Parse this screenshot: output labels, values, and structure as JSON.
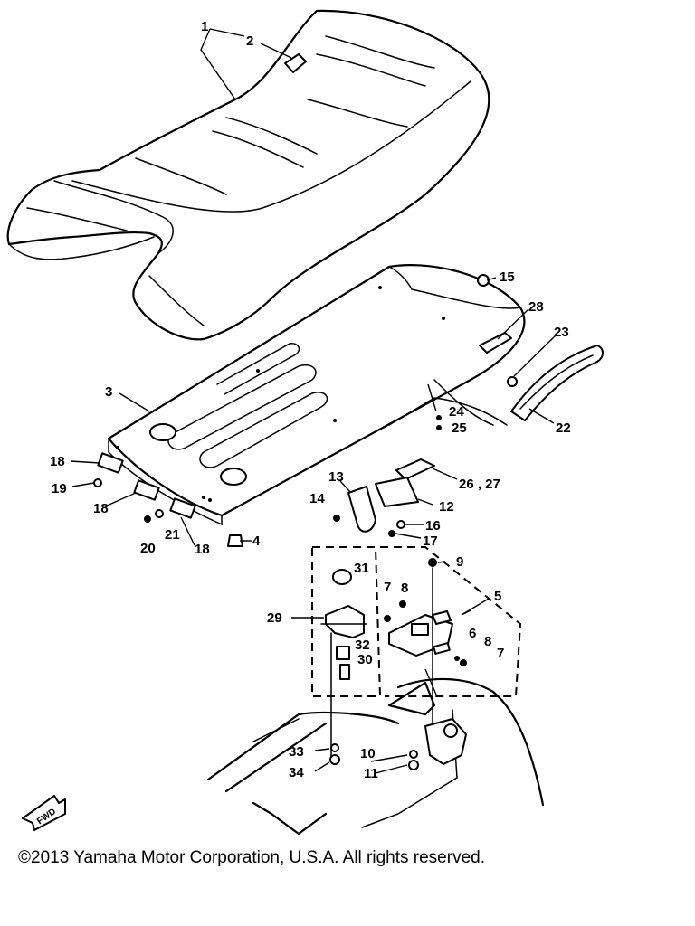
{
  "diagram": {
    "labels": [
      {
        "id": "l1",
        "text": "1"
      },
      {
        "id": "l2",
        "text": "2"
      },
      {
        "id": "l3",
        "text": "3"
      },
      {
        "id": "l4",
        "text": "4"
      },
      {
        "id": "l5",
        "text": "5"
      },
      {
        "id": "l6",
        "text": "6"
      },
      {
        "id": "l7a",
        "text": "7"
      },
      {
        "id": "l7b",
        "text": "7"
      },
      {
        "id": "l8a",
        "text": "8"
      },
      {
        "id": "l8b",
        "text": "8"
      },
      {
        "id": "l9",
        "text": "9"
      },
      {
        "id": "l10",
        "text": "10"
      },
      {
        "id": "l11",
        "text": "11"
      },
      {
        "id": "l12",
        "text": "12"
      },
      {
        "id": "l13",
        "text": "13"
      },
      {
        "id": "l14",
        "text": "14"
      },
      {
        "id": "l15",
        "text": "15"
      },
      {
        "id": "l16",
        "text": "16"
      },
      {
        "id": "l17",
        "text": "17"
      },
      {
        "id": "l18a",
        "text": "18"
      },
      {
        "id": "l18b",
        "text": "18"
      },
      {
        "id": "l18c",
        "text": "18"
      },
      {
        "id": "l19",
        "text": "19"
      },
      {
        "id": "l20",
        "text": "20"
      },
      {
        "id": "l21",
        "text": "21"
      },
      {
        "id": "l22",
        "text": "22"
      },
      {
        "id": "l23",
        "text": "23"
      },
      {
        "id": "l24",
        "text": "24"
      },
      {
        "id": "l25",
        "text": "25"
      },
      {
        "id": "l26",
        "text": "26 , 27"
      },
      {
        "id": "l28",
        "text": "28"
      },
      {
        "id": "l29",
        "text": "29"
      },
      {
        "id": "l30",
        "text": "30"
      },
      {
        "id": "l31",
        "text": "31"
      },
      {
        "id": "l32",
        "text": "32"
      },
      {
        "id": "l33",
        "text": "33"
      },
      {
        "id": "l34",
        "text": "34"
      }
    ],
    "fwd_marker": "FWD",
    "copyright": "©2013 Yamaha Motor Corporation, U.S.A. All rights reserved."
  }
}
